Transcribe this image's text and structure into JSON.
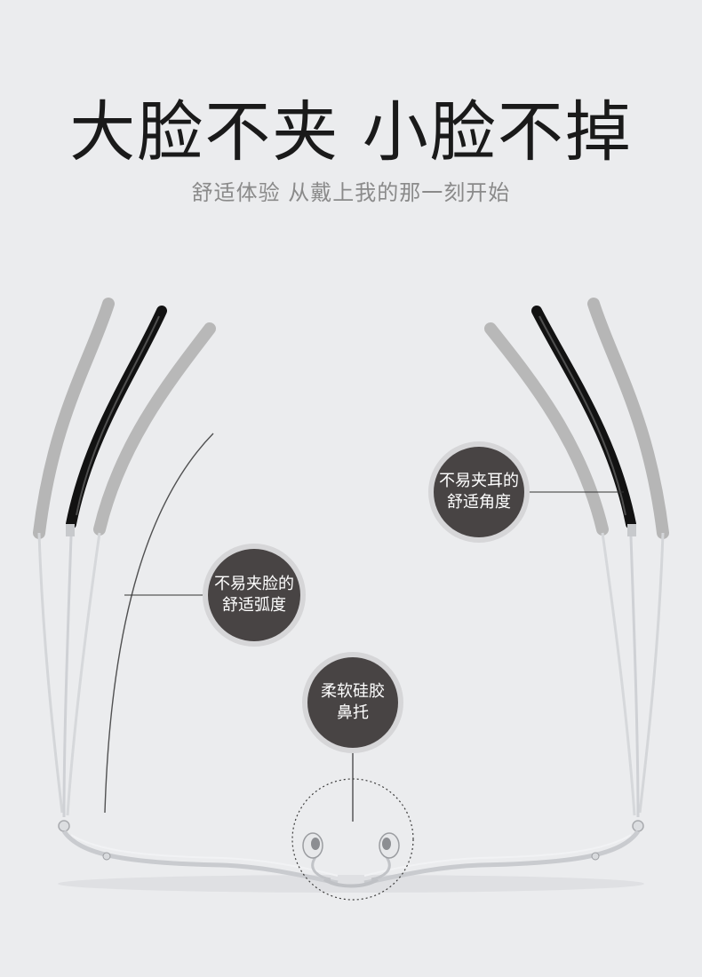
{
  "header": {
    "title": "大脸不夹 小脸不掉",
    "subtitle": "舒适体验 从戴上我的那一刻开始"
  },
  "callouts": {
    "ear_angle": {
      "line1": "不易夹耳的",
      "line2": "舒适角度"
    },
    "face_curve": {
      "line1": "不易夹脸的",
      "line2": "舒适弧度"
    },
    "nose_pad": {
      "line1": "柔软硅胶",
      "line2": "鼻托"
    }
  },
  "colors": {
    "background": "#ebecee",
    "bubble": "#484444",
    "title": "#1a1a1a",
    "subtitle": "#8a8a8a",
    "temple_tip_black": "#111111",
    "temple_tip_grey": "#b4b4b4",
    "metal": "#d2d4d8"
  }
}
